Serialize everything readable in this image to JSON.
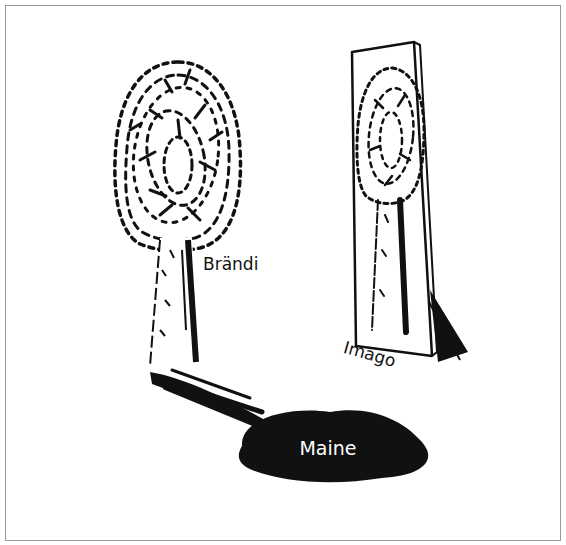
{
  "diagram": {
    "nodes": [
      {
        "text": [
          "Maine"
        ]
      }
    ],
    "labels": [
      "Brändi",
      "Imago"
    ]
  }
}
